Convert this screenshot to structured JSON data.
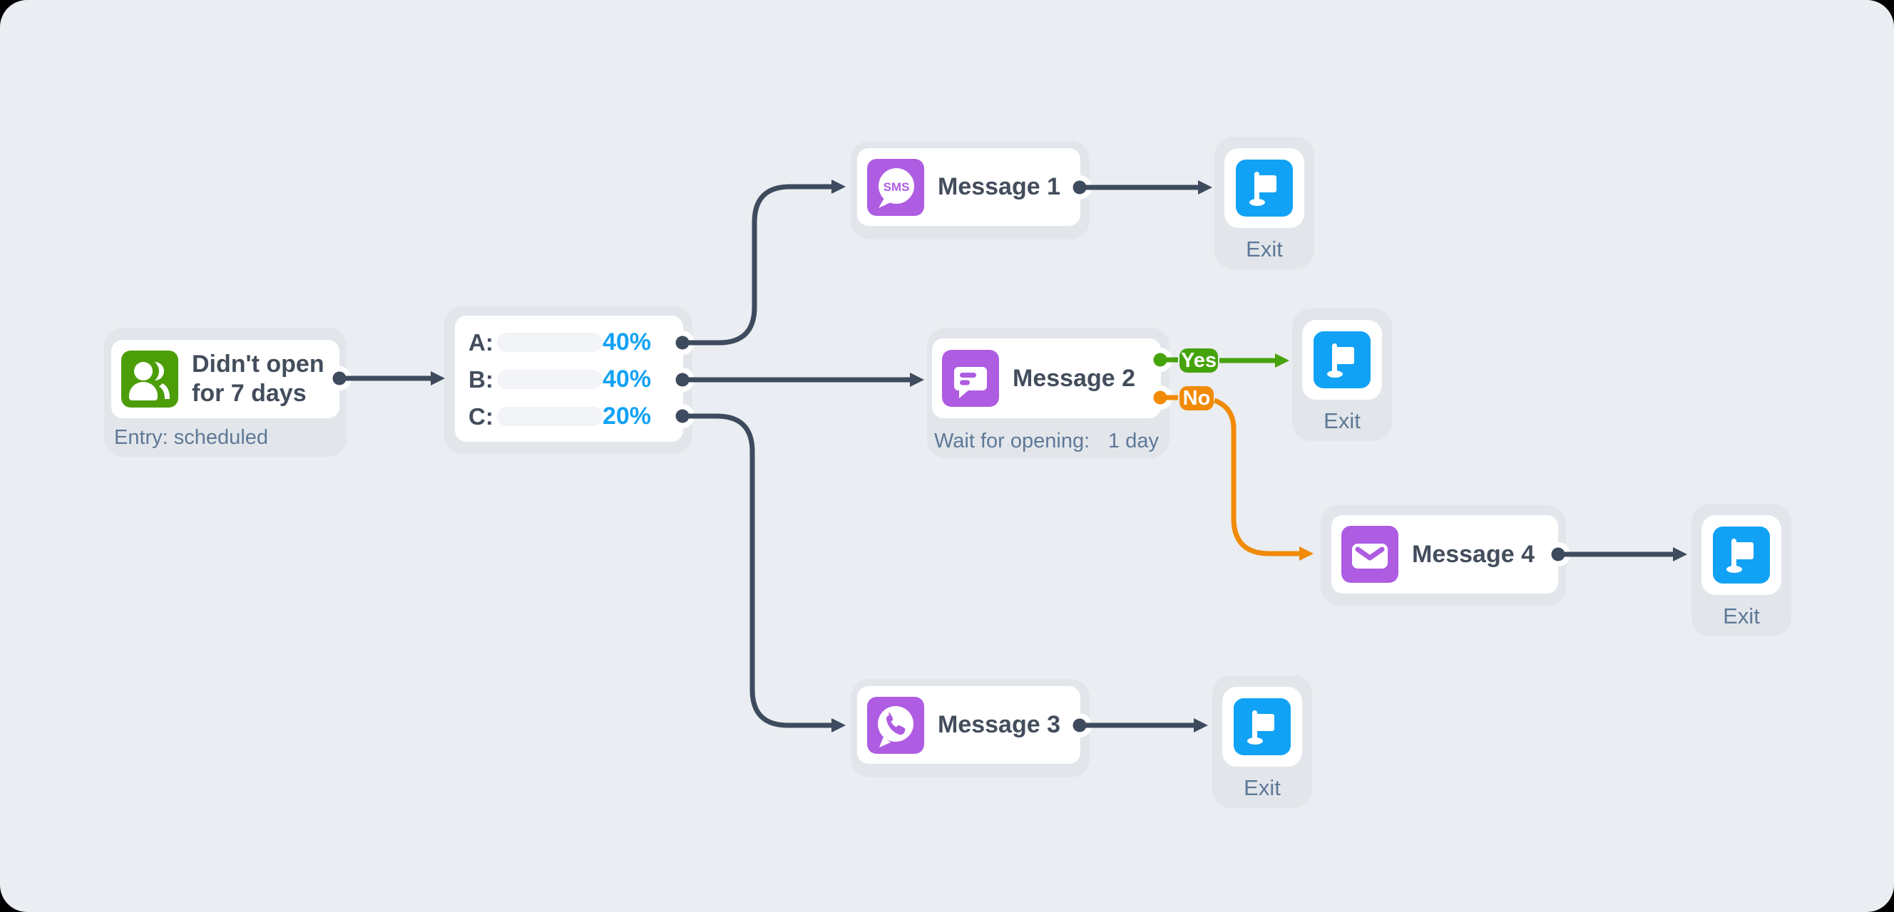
{
  "colors": {
    "canvas": "#eaedf1",
    "container": "#e2e6eb",
    "line": "#3e4b5e",
    "green": "#45a30c",
    "orange": "#f18a07",
    "blue": "#12a2f5",
    "purple": "#ae5ce2",
    "entry-green": "#4c9e09",
    "title": "#434d5c",
    "slate": "#5e7897"
  },
  "entry": {
    "title_line1": "Didn't open",
    "title_line2": "for 7 days",
    "caption": "Entry: scheduled",
    "icon": "contacts-icon"
  },
  "split": {
    "icon": "ab-split-bars",
    "rows": [
      {
        "label": "A:",
        "percent": "40%",
        "value": 40
      },
      {
        "label": "B:",
        "percent": "40%",
        "value": 40
      },
      {
        "label": "C:",
        "percent": "20%",
        "value": 20
      }
    ]
  },
  "message1": {
    "title": "Message 1",
    "icon": "sms-icon"
  },
  "message2": {
    "title": "Message 2",
    "icon": "chat-bubble-icon",
    "wait_label": "Wait for opening:",
    "wait_value": "1 day",
    "branch_yes": "Yes",
    "branch_no": "No"
  },
  "message3": {
    "title": "Message 3",
    "icon": "whatsapp-icon"
  },
  "message4": {
    "title": "Message 4",
    "icon": "email-icon"
  },
  "exit_label": "Exit",
  "exit_icon": "flag-icon"
}
